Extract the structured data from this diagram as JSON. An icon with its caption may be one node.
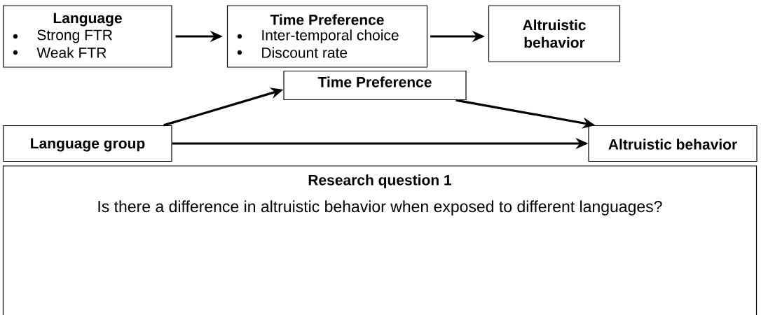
{
  "diagram": {
    "nodes": [
      {
        "text": [
          "Language",
          "Strong FTR",
          "Weak FTR"
        ]
      },
      {
        "text": [
          "Time Preference",
          "Inter-temporal choice",
          "Discount rate"
        ]
      },
      {
        "text": [
          "Altruistic behavior"
        ]
      },
      {
        "text": [
          "Time Preference"
        ]
      },
      {
        "text": [
          "Language group"
        ]
      },
      {
        "text": [
          "Altruistic behavior"
        ]
      },
      {
        "text": [
          "Research question 1",
          "Is there a difference in altruistic behavior when exposed to different languages?"
        ]
      }
    ],
    "edges": [
      {
        "from": 0,
        "to": 1,
        "arrow": "to"
      },
      {
        "from": 1,
        "to": 2,
        "arrow": "to"
      },
      {
        "from": 4,
        "to": 3,
        "arrow": "to"
      },
      {
        "from": 3,
        "to": 5,
        "arrow": "to"
      },
      {
        "from": 4,
        "to": 5,
        "arrow": "to"
      }
    ]
  }
}
